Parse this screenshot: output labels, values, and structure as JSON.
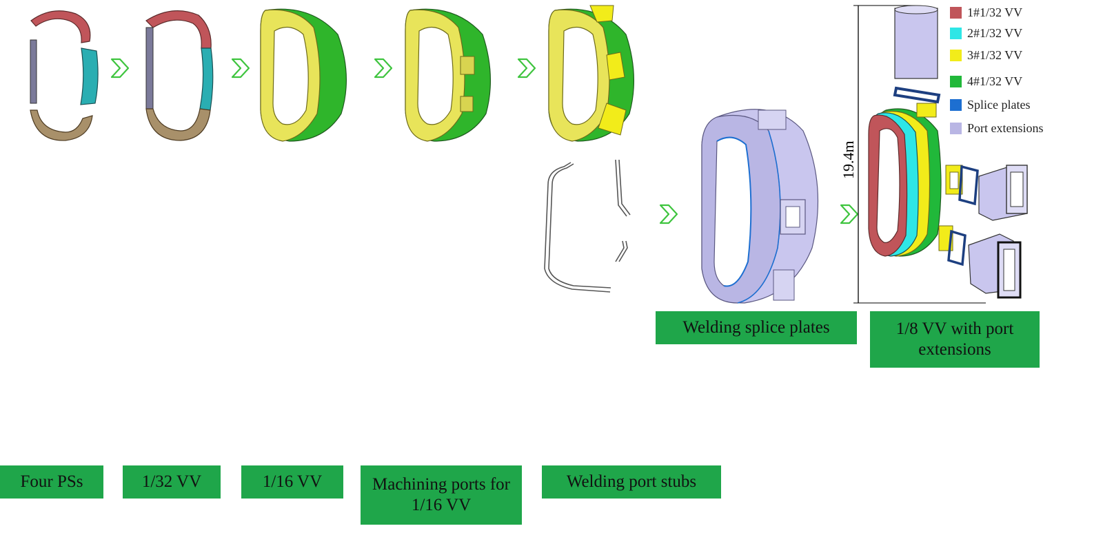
{
  "labels": {
    "four_pss": "Four PSs",
    "vv_1_32": "1/32 VV",
    "vv_1_16": "1/16 VV",
    "machining_ports": "Machining ports for 1/16 VV",
    "welding_port_stubs": "Welding port stubs",
    "welding_splice_plates": "Welding splice plates",
    "vv_1_8": "1/8 VV with port extensions"
  },
  "dimension": "19.4m",
  "legend": [
    {
      "label": "1#1/32 VV",
      "color": "#c0555a"
    },
    {
      "label": "2#1/32 VV",
      "color": "#2ee6e6"
    },
    {
      "label": "3#1/32 VV",
      "color": "#f2ec1a"
    },
    {
      "label": "4#1/32 VV",
      "color": "#21b83a"
    },
    {
      "label": "Splice plates",
      "color": "#1d6fd1"
    },
    {
      "label": "Port extensions",
      "color": "#b9b6e4"
    }
  ],
  "colors": {
    "label_bg": "#1fa64a",
    "arrow": "#3ec43e",
    "red_segment": "#c0555a",
    "cyan_segment": "#2aaeb2",
    "tan_segment": "#a8906a",
    "grey_segment": "#7b7a9a",
    "yellow": "#e8e45a",
    "green": "#2fb52b",
    "lavender": "#b9b6e4",
    "blue": "#1d6fd1"
  },
  "icons": [
    "chevron-right-icon"
  ]
}
